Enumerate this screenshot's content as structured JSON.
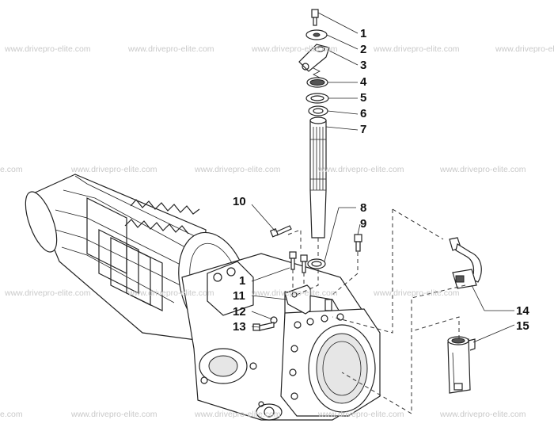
{
  "watermarks": [
    "www.drivepro-elite.com",
    "www.drivepro-elite.com",
    "www.drivepro-elite.com",
    "www.drivepro-elite.com",
    "www.drivepro-elite.com",
    "e.com",
    "www.drivepro-elite.com",
    "www.drivepro-elite.com",
    "www.drivepro-elite.com",
    "www.drivepro-elite.com",
    "www.drivepro-elite.com",
    "www.drivepro-elite.com",
    "www.drivepro-elite.com",
    "www.drivepro-elite.com",
    "e.com",
    "www.drivepro-elite.com",
    "www.drivepro-elite.com",
    "www.drivepro-elite.com",
    "www.drivepro-elite.com"
  ],
  "callouts": [
    "1",
    "2",
    "3",
    "4",
    "5",
    "6",
    "7",
    "8",
    "9",
    "10",
    "1",
    "11",
    "12",
    "13",
    "14",
    "15"
  ],
  "colors": {
    "line": "#222222",
    "watermark": "#c9c9c9",
    "background": "#ffffff"
  }
}
